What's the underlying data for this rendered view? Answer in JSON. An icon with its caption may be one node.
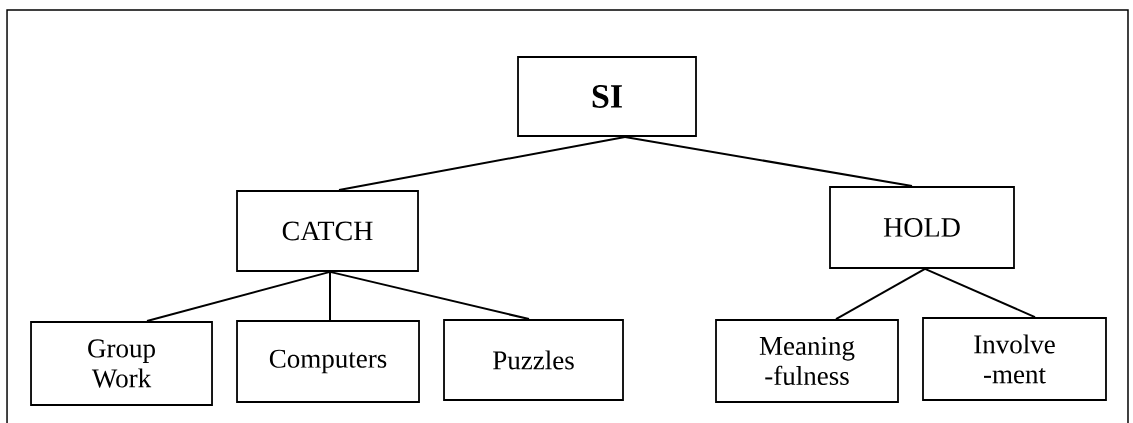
{
  "diagram": {
    "nodes": [
      {
        "text": [
          "SI"
        ]
      },
      {
        "text": [
          "CATCH"
        ]
      },
      {
        "text": [
          "HOLD"
        ]
      },
      {
        "text": [
          "Group Work"
        ]
      },
      {
        "text": [
          "Computers"
        ]
      },
      {
        "text": [
          "Puzzles"
        ]
      },
      {
        "text": [
          "Meaning -fulness"
        ]
      },
      {
        "text": [
          "Involve -ment"
        ]
      }
    ],
    "edges": [
      {
        "from": 0,
        "to": 1,
        "arrow": "none"
      },
      {
        "from": 0,
        "to": 2,
        "arrow": "none"
      },
      {
        "from": 1,
        "to": 3,
        "arrow": "none"
      },
      {
        "from": 1,
        "to": 4,
        "arrow": "none"
      },
      {
        "from": 1,
        "to": 5,
        "arrow": "none"
      },
      {
        "from": 2,
        "to": 6,
        "arrow": "none"
      },
      {
        "from": 2,
        "to": 7,
        "arrow": "none"
      }
    ]
  }
}
